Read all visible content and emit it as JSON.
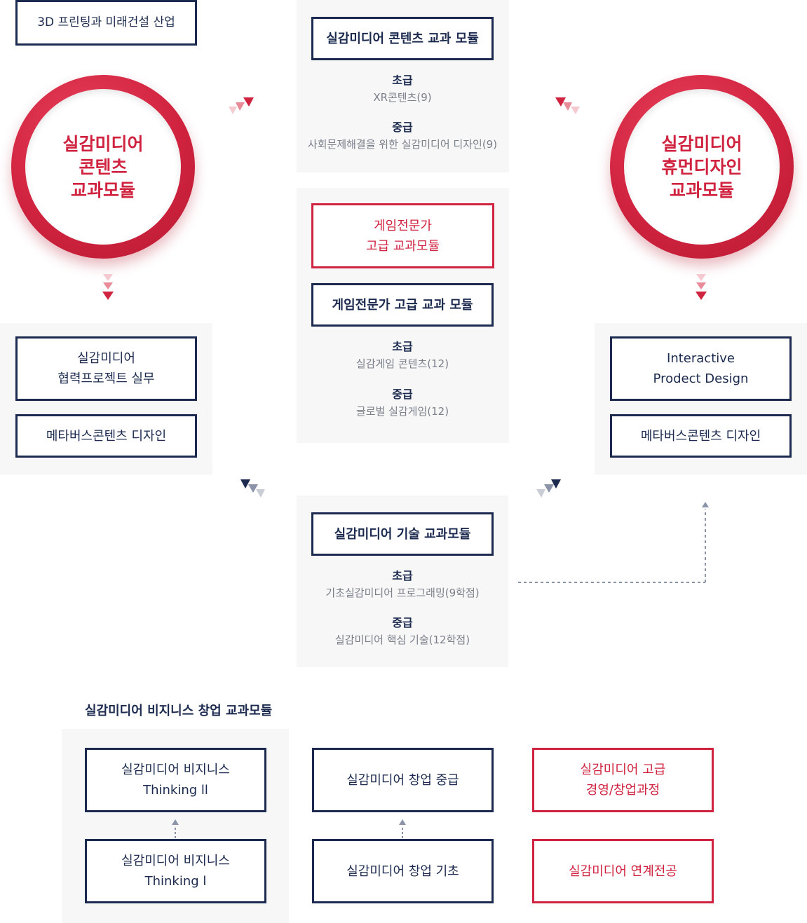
{
  "top_left_label": "3D 프린팅과 미래건설 산업",
  "left_circle": {
    "lines": [
      "실감미디어",
      "콘텐츠",
      "교과모듈"
    ]
  },
  "right_circle": {
    "lines": [
      "실감미디어",
      "휴먼디자인",
      "교과모듈"
    ]
  },
  "center_top": {
    "title": "실감미디어 콘텐츠 교과 모듈",
    "levels": [
      {
        "level": "초급",
        "course": "XR콘텐츠(9)"
      },
      {
        "level": "중급",
        "course": "사회문제해결을 위한 실감미디어 디자인(9)"
      }
    ]
  },
  "game": {
    "highlight_lines": [
      "게임전문가",
      "고급 교과모듈"
    ],
    "title": "게임전문가 고급 교과 모듈",
    "levels": [
      {
        "level": "초급",
        "course": "실감게임 콘텐츠(12)"
      },
      {
        "level": "중급",
        "course": "글로벌 실감게임(12)"
      }
    ]
  },
  "left_panel": {
    "box1_lines": [
      "실감미디어",
      "협력프로젝트 실무"
    ],
    "box2": "메타버스콘텐츠 디자인"
  },
  "right_panel": {
    "box1_lines": [
      "Interactive",
      "Prodect Design"
    ],
    "box2": "메타버스콘텐츠 디자인"
  },
  "tech": {
    "title": "실감미디어 기술 교과모듈",
    "levels": [
      {
        "level": "초급",
        "course": "기초실감미디어 프로그래밍(9학점)"
      },
      {
        "level": "중급",
        "course": "실감미디어 핵심 기술(12학점)"
      }
    ]
  },
  "business": {
    "section_title": "실감미디어 비지니스 창업 교과모듈",
    "thinking2_lines": [
      "실감미디어 비지니스",
      "Thinking ll"
    ],
    "thinking1_lines": [
      "실감미디어 비지니스",
      "Thinking l"
    ],
    "startup_mid": "실감미디어 창업 중급",
    "startup_basic": "실감미디어 창업 기초",
    "advanced_lines": [
      "실감미디어 고급",
      "경영/창업과정"
    ],
    "linked_major": "실감미디어 연계전공"
  },
  "colors": {
    "navy": "#1b2a4e",
    "red": "#d0233f",
    "panel": "#f7f7f7",
    "gray_text": "#7a7f8a"
  }
}
